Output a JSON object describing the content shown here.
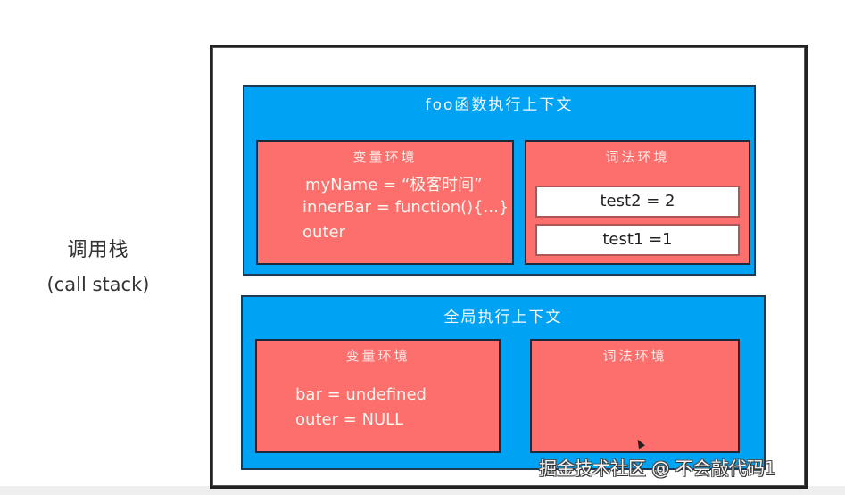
{
  "side_label": {
    "zh": "调用栈",
    "en": "(call stack)"
  },
  "foo_context": {
    "title": "foo函数执行上下文",
    "variable_env": {
      "title": "变量环境",
      "lines": [
        "myName = “极客时间”",
        "innerBar = function(){...}",
        "outer"
      ]
    },
    "lexical_env": {
      "title": "词法环境",
      "cells": [
        "test2 = 2",
        "test1 =1"
      ]
    }
  },
  "global_context": {
    "title": "全局执行上下文",
    "variable_env": {
      "title": "变量环境",
      "lines": [
        "bar =  undefined",
        "outer = NULL"
      ]
    },
    "lexical_env": {
      "title": "词法环境",
      "cells": []
    }
  },
  "watermark": "掘金技术社区 @ 不会敲代码1",
  "colors": {
    "context_blue": "#00a2f3",
    "env_red": "#fd6f6d",
    "border_dark": "#222222"
  }
}
